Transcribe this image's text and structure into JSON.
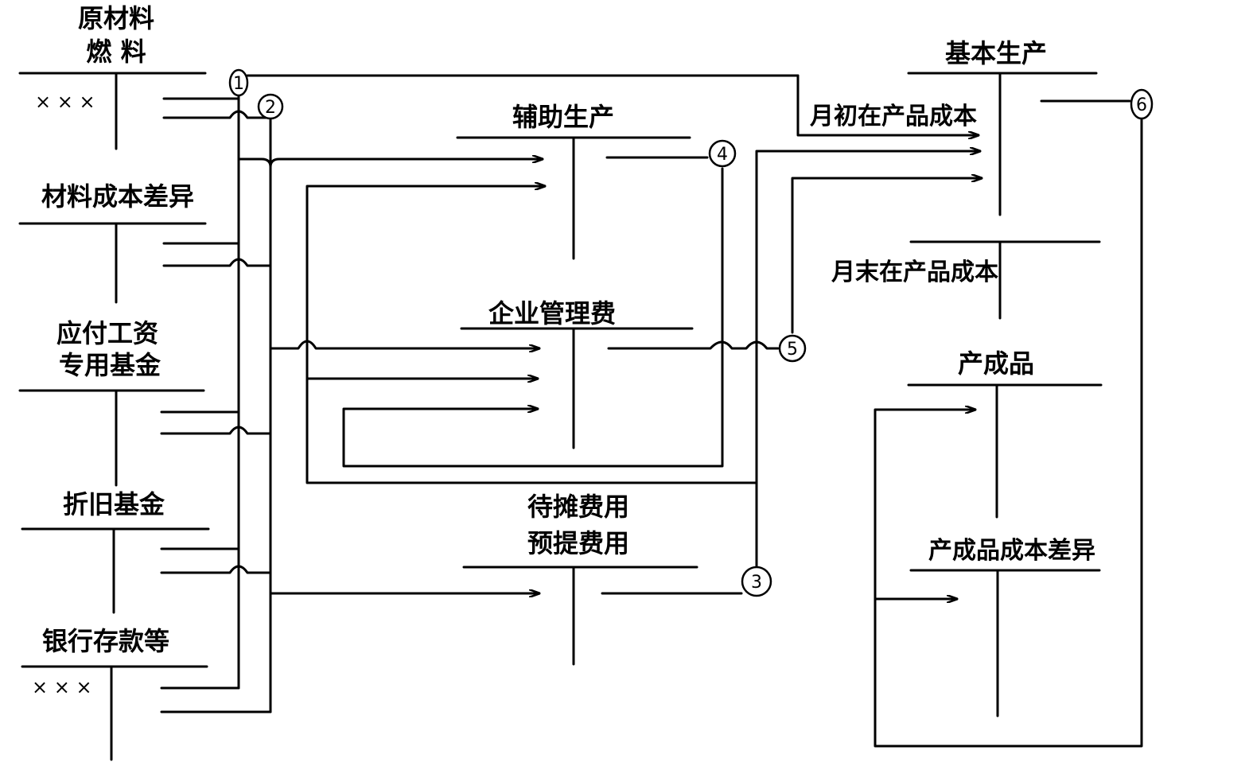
{
  "accounts": {
    "raw_material_l1": "原材料",
    "raw_material_l2": "燃  料",
    "material_variance": "材料成本差异",
    "wages_l1": "应付工资",
    "wages_l2": "专用基金",
    "depreciation": "折旧基金",
    "bank": "银行存款等",
    "auxiliary": "辅助生产",
    "admin_expense": "企业管理费",
    "deferred_l1": "待摊费用",
    "deferred_l2": "预提费用",
    "basic_production": "基本生产",
    "opening_wip": "月初在产品成本",
    "closing_wip": "月末在产品成本",
    "finished_goods": "产成品",
    "finished_variance": "产成品成本差异"
  },
  "marks": {
    "raw_material_balance": "× × ×",
    "bank_balance": "× × ×"
  },
  "steps": [
    "1",
    "2",
    "3",
    "4",
    "5",
    "6"
  ],
  "colors": {
    "ink": "#000000",
    "paper": "#ffffff"
  }
}
